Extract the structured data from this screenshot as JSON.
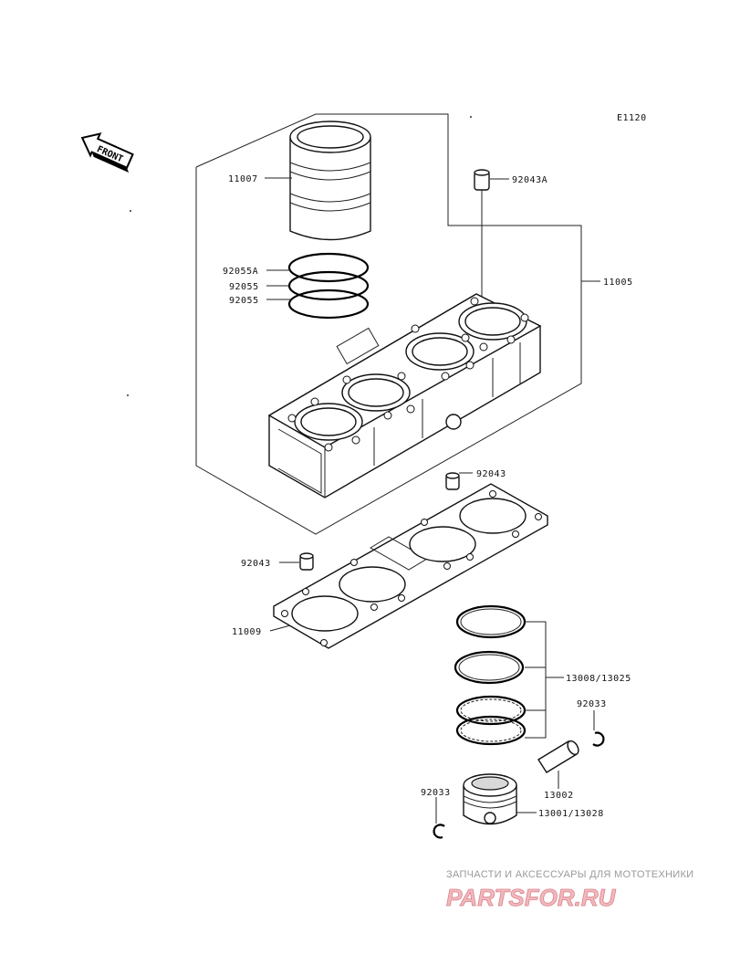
{
  "diagram_code": "E1120",
  "front_label": "FRONT",
  "labels": {
    "p11007": "11007",
    "p92043A": "92043A",
    "p92055A": "92055A",
    "p92055_1": "92055",
    "p92055_2": "92055",
    "p11005": "11005",
    "p92043_a": "92043",
    "p92043_b": "92043",
    "p11009": "11009",
    "p13008": "13008/13025",
    "p92033_a": "92033",
    "p13002": "13002",
    "p92033_b": "92033",
    "p13001": "13001/13028"
  },
  "watermark": {
    "tagline": "ЗАПЧАСТИ И АКСЕССУАРЫ ДЛЯ МОТОТЕХНИКИ",
    "logo": "PARTSFOR.RU"
  }
}
